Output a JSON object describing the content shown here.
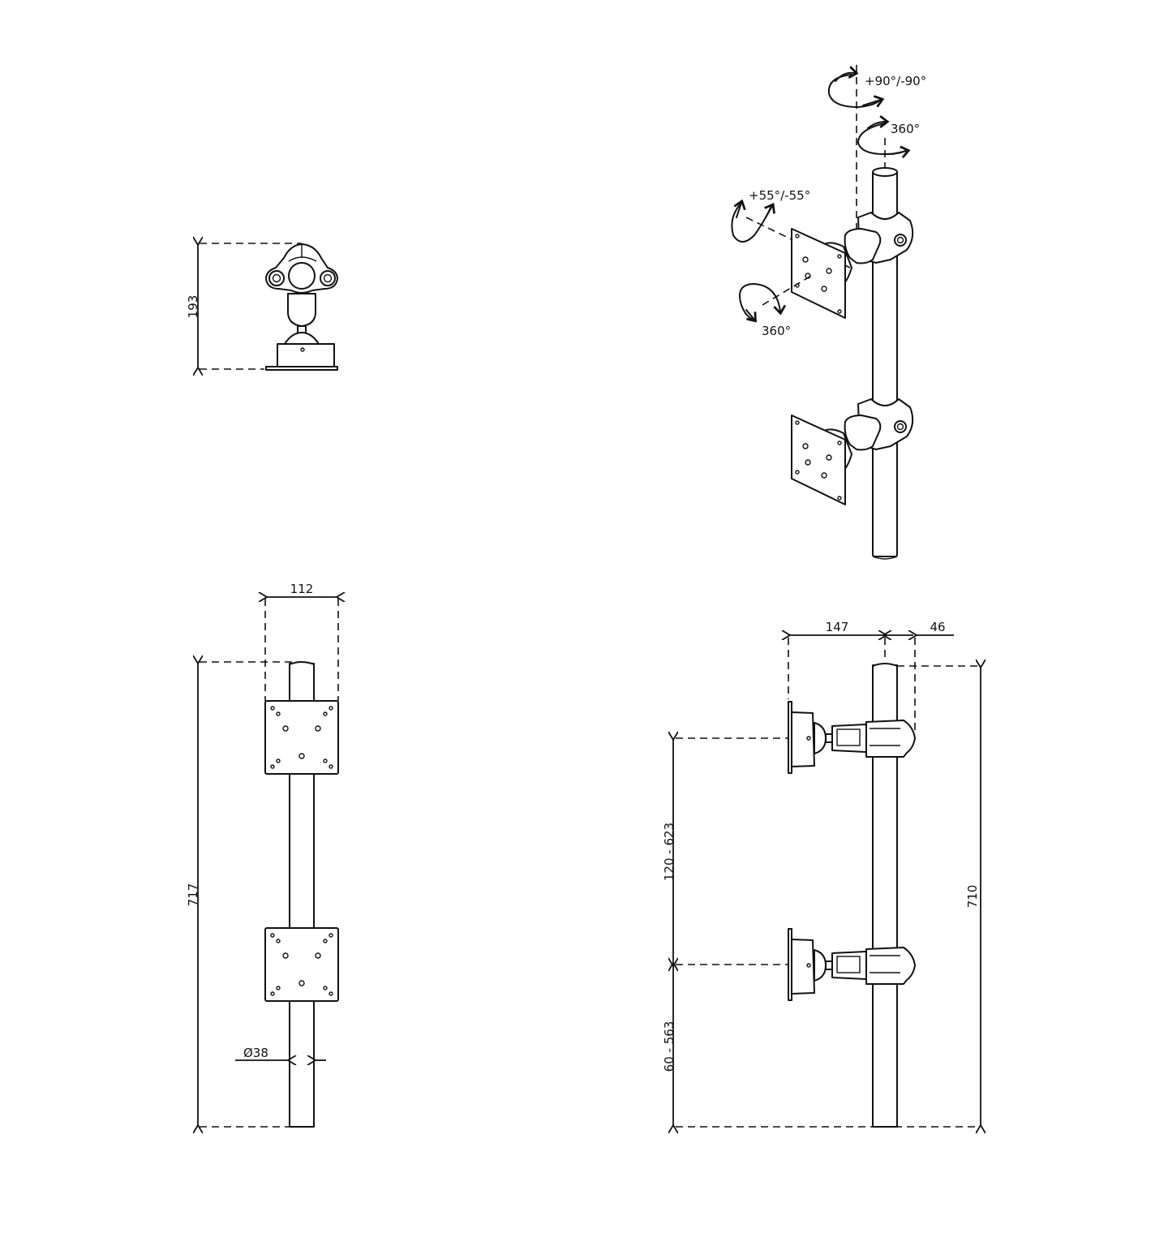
{
  "views": {
    "top_view": {
      "height_dim": "193"
    },
    "iso_view": {
      "pole_rotation": "+90°/-90°",
      "clamp_rotation": "360°",
      "tilt": "+55°/-55°",
      "plate_rotation": "360°"
    },
    "front_view": {
      "width_dim": "112",
      "height_dim": "717",
      "diameter_dim": "Ø38"
    },
    "side_view": {
      "arm_depth_dim": "147",
      "clamp_depth_dim": "46",
      "total_height_dim": "710",
      "upper_range_dim": "120 - 623",
      "lower_range_dim": "60 - 563"
    }
  }
}
